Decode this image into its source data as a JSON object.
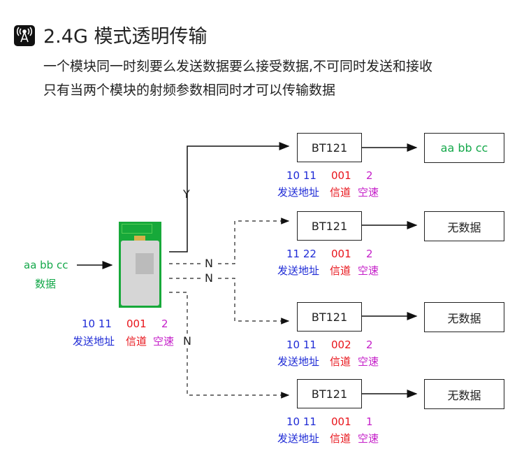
{
  "header": {
    "title": "2.4G 模式透明传输",
    "icon": "antenna-icon",
    "line1": "一个模块同一时刻要么发送数据要么接受数据,不可同时发送和接收",
    "line2": "只有当两个模块的射频参数相同时才可以传输数据"
  },
  "input": {
    "value": "aa bb cc",
    "label": "数据"
  },
  "source": {
    "addr": "10 11",
    "channel": "001",
    "rate": "2",
    "addr_label": "发送地址",
    "channel_label": "信道",
    "rate_label": "空速"
  },
  "branches": [
    {
      "flag": "Y",
      "module": "BT121",
      "addr": "10 11",
      "channel": "001",
      "rate": "2",
      "output": "aa bb cc"
    },
    {
      "flag": "N",
      "module": "BT121",
      "addr": "11 22",
      "channel": "001",
      "rate": "2",
      "output": "无数据"
    },
    {
      "flag": "N",
      "module": "BT121",
      "addr": "10 11",
      "channel": "002",
      "rate": "2",
      "output": "无数据"
    },
    {
      "flag": "N",
      "module": "BT121",
      "addr": "10 11",
      "channel": "001",
      "rate": "1",
      "output": "无数据"
    }
  ],
  "labels": {
    "addr": "发送地址",
    "channel": "信道",
    "rate": "空速"
  },
  "colors": {
    "addr": "#1f2bd6",
    "channel": "#e8141b",
    "rate": "#c51fc9",
    "data": "#14a84a"
  }
}
